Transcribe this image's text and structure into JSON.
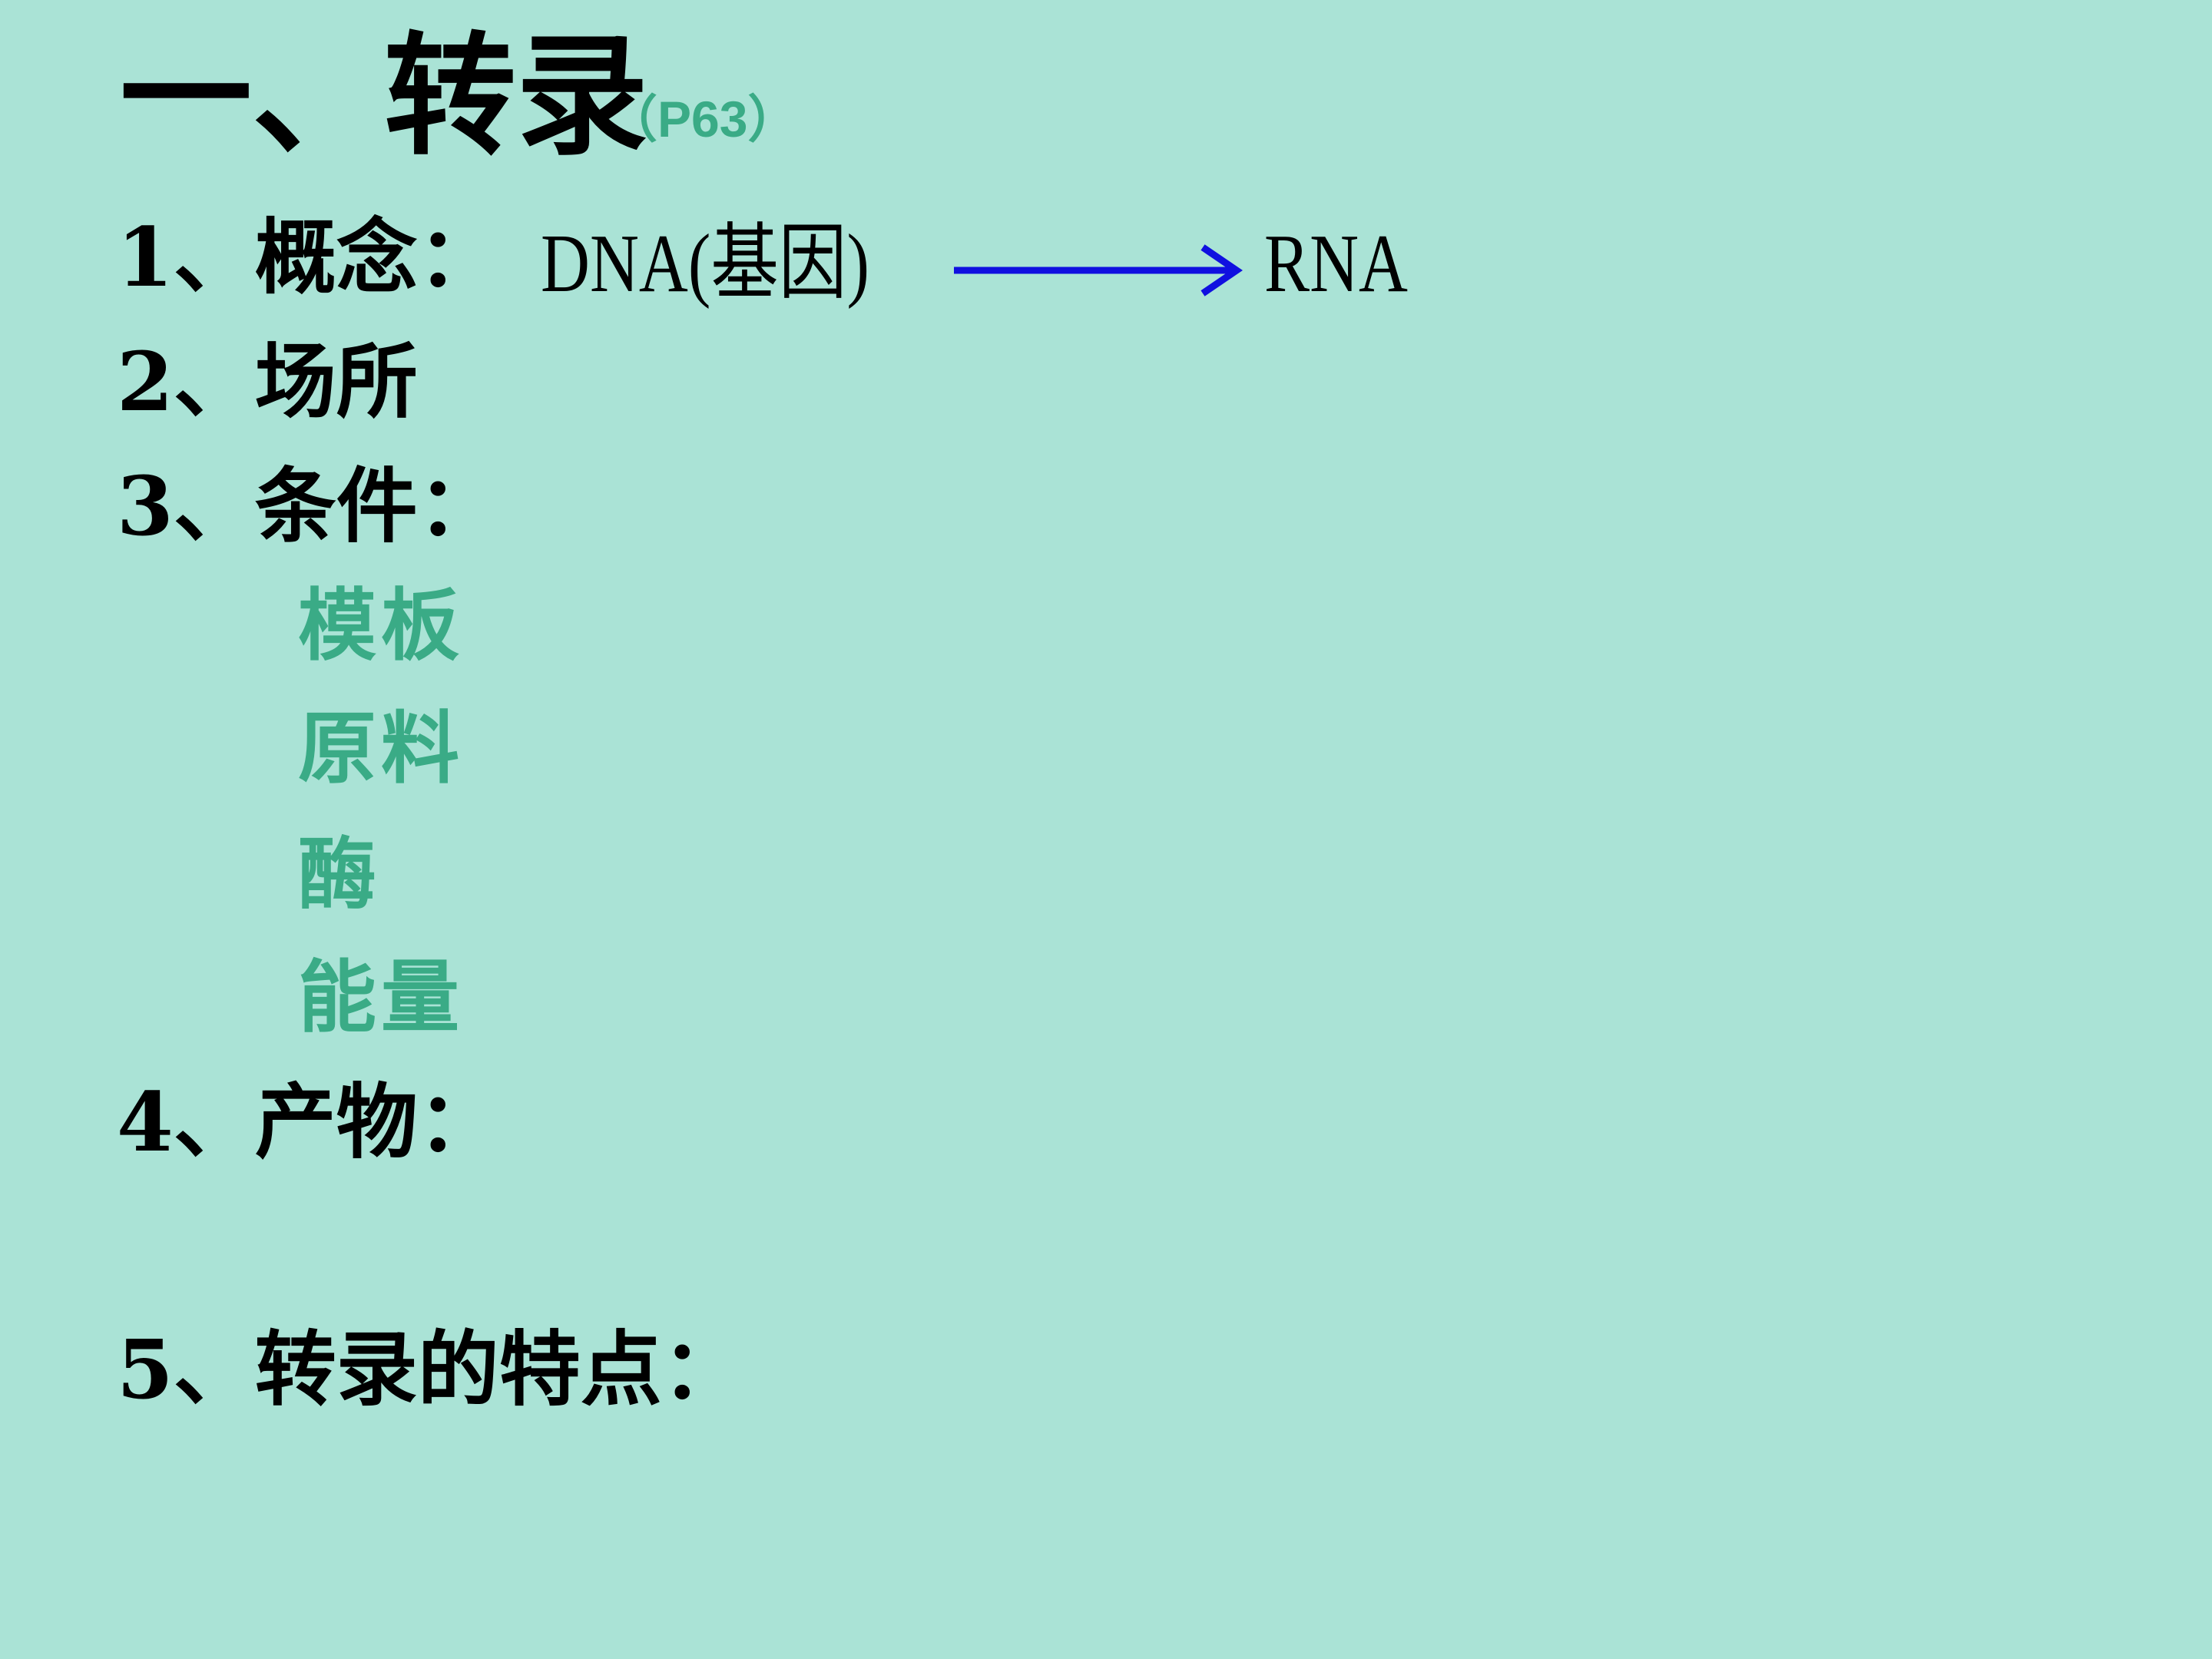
{
  "title": "一、转录",
  "page_ref": "（P63）",
  "items": [
    {
      "label": "1、概念："
    },
    {
      "label": "2、场所"
    },
    {
      "label": "3、条件："
    },
    {
      "label": "4、产物："
    },
    {
      "label": "5、转录的特点："
    }
  ],
  "concept": {
    "from": "DNA(基因)",
    "to": "RNA",
    "arrow_color": "#1010e0"
  },
  "conditions": [
    "模板",
    "原料",
    "酶",
    "能量"
  ],
  "colors": {
    "background": "#aae3d6",
    "accent_green": "#3aab86",
    "text": "#000000"
  }
}
